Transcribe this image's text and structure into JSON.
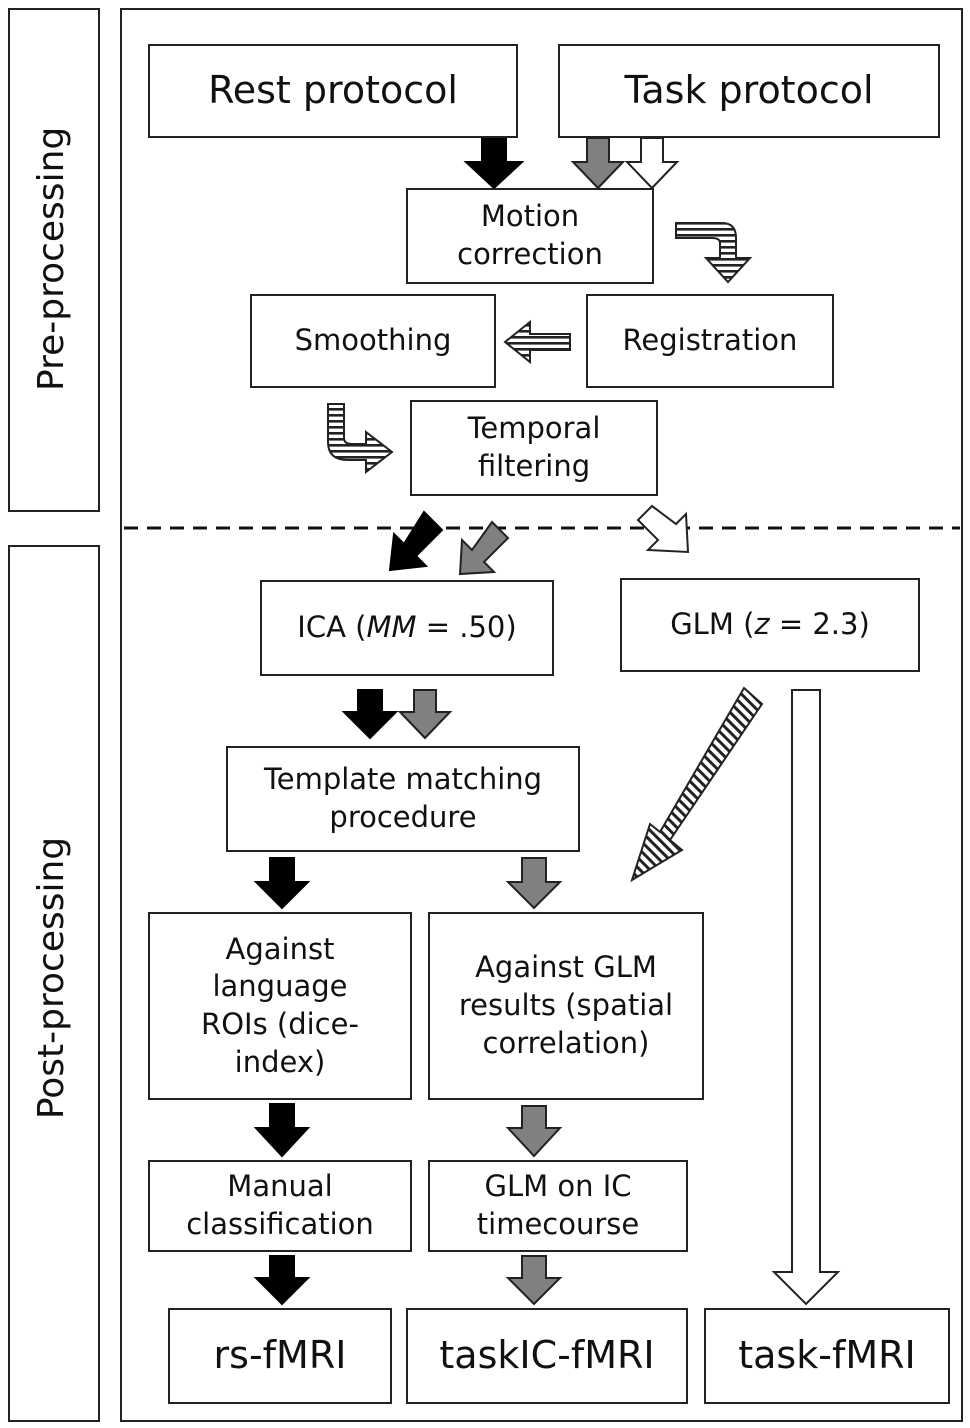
{
  "side_labels": {
    "pre": "Pre-processing",
    "post": "Post-processing"
  },
  "boxes": {
    "rest_protocol": "Rest protocol",
    "task_protocol": "Task protocol",
    "motion_correction": "Motion\ncorrection",
    "smoothing": "Smoothing",
    "registration": "Registration",
    "temporal_filtering": "Temporal\nfiltering",
    "ica_prefix": "ICA (",
    "ica_italic": "MM",
    "ica_suffix": " = .50)",
    "glm_prefix": "GLM (",
    "glm_italic": "z",
    "glm_suffix": " = 2.3)",
    "template_matching": "Template matching\nprocedure",
    "against_rois": "Against\nlanguage\nROIs (dice-\nindex)",
    "against_glm": "Against GLM\nresults (spatial\ncorrelation)",
    "manual_classification": "Manual\nclassification",
    "glm_on_ic": "GLM on IC\ntimecourse",
    "rs_fmri": "rs-fMRI",
    "taskic_fmri": "taskIC-fMRI",
    "task_fmri": "task-fMRI"
  },
  "arrow_legend_colors": {
    "rest": "#000000",
    "task_ic": "#808080",
    "task_glm": "#ffffff",
    "shared": "hatched"
  }
}
